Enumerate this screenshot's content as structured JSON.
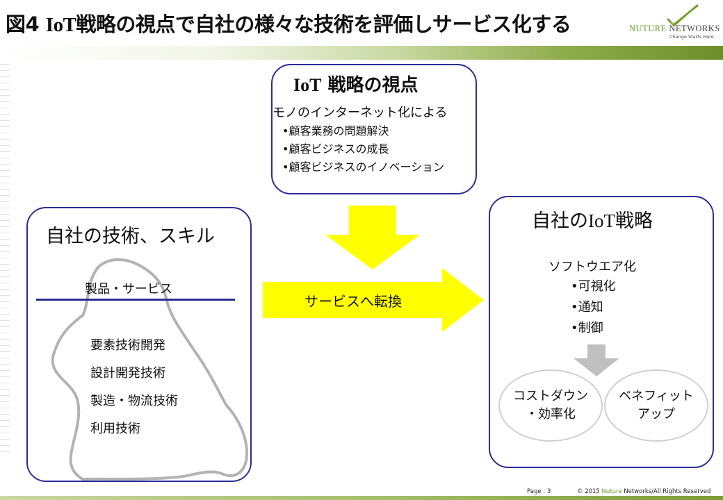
{
  "header": {
    "title_prefix": "図4 ",
    "title_iot": "IoT",
    "title_rest": "戦略の視点で自社の様々な技術を評価しサービス化する"
  },
  "logo": {
    "name_part1": "NUTURE",
    "name_part2": " NETWORKS",
    "tagline": "Change Starts Here"
  },
  "top_box": {
    "title_iot": "IoT",
    "title_rest": " 戦略の視点",
    "lead": "モノのインターネット化による",
    "bullets": [
      "•顧客業務の問題解決",
      "•顧客ビジネスの成長",
      "•顧客ビジネスのイノベーション"
    ]
  },
  "left_box": {
    "title": "自社の技術、スキル",
    "product_label": "製品・サービス",
    "tech_items": [
      "要素技術開発",
      "設計開発技術",
      "製造・物流技術",
      "利用技術"
    ]
  },
  "center": {
    "arrow_label": "サービスへ転換"
  },
  "right_box": {
    "title_prefix": "自社の",
    "title_iot": "IoT",
    "title_suffix": "戦略",
    "subtitle": "ソフトウエア化",
    "bullets": [
      "•可視化",
      "•通知",
      "•制御"
    ],
    "ellipse_cost": [
      "コストダウン",
      "・効率化"
    ],
    "ellipse_benefit": [
      "ベネフィット",
      "アップ"
    ]
  },
  "footer": {
    "page": "Page : 3",
    "copyright_prefix": "© 2015 ",
    "copyright_brand": "Nuture",
    "copyright_suffix": " Networks/All Rights Reserved"
  },
  "colors": {
    "box_border": "#2c2c96",
    "arrow_yellow": "#ffff00",
    "gray_arrow": "#c0c0c0",
    "brand_green": "#6a9a2a"
  }
}
